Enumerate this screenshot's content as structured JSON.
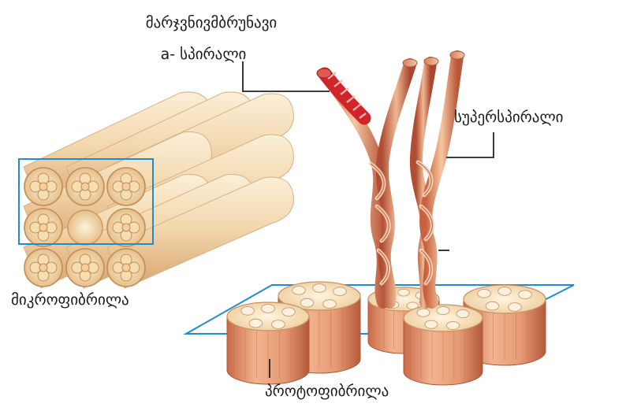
{
  "labels": {
    "right_handed_line1": "მარჯვნივმბრუნავი",
    "right_handed_line2": "a- სპირალი",
    "supercoil": "სუპერსპირალი",
    "microfibril": "მიკროფიბრილა",
    "protofibril": "პროტოფიბრილა"
  },
  "colors": {
    "fiber_light": "#f6e2bf",
    "fiber_mid": "#e8c493",
    "fiber_dark": "#c98f5d",
    "strand_highlight": "#f7c7a3",
    "strand_shadow": "#c8613f",
    "helix_red": "#d2252a",
    "frame_blue": "#1f8ccf",
    "leader_line": "#222222"
  }
}
